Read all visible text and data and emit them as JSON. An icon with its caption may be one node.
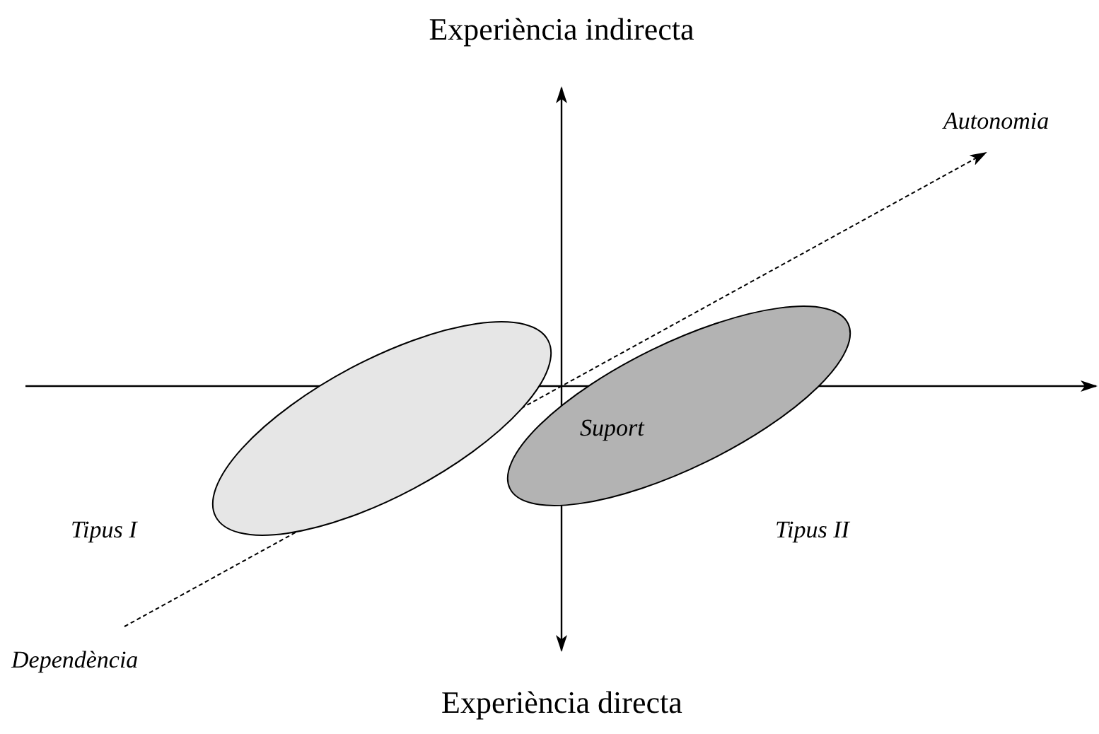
{
  "diagram": {
    "nodes": [
      {
        "text": [],
        "shape": "ellipse",
        "beside": [
          "Tipus I"
        ]
      },
      {
        "text": [
          "Suport"
        ],
        "beside": [
          "Tipus II"
        ]
      }
    ],
    "edges": [],
    "labels": [
      "Experiència indirecta",
      "Autonomia",
      "Dependència",
      "Experiència directa"
    ]
  }
}
